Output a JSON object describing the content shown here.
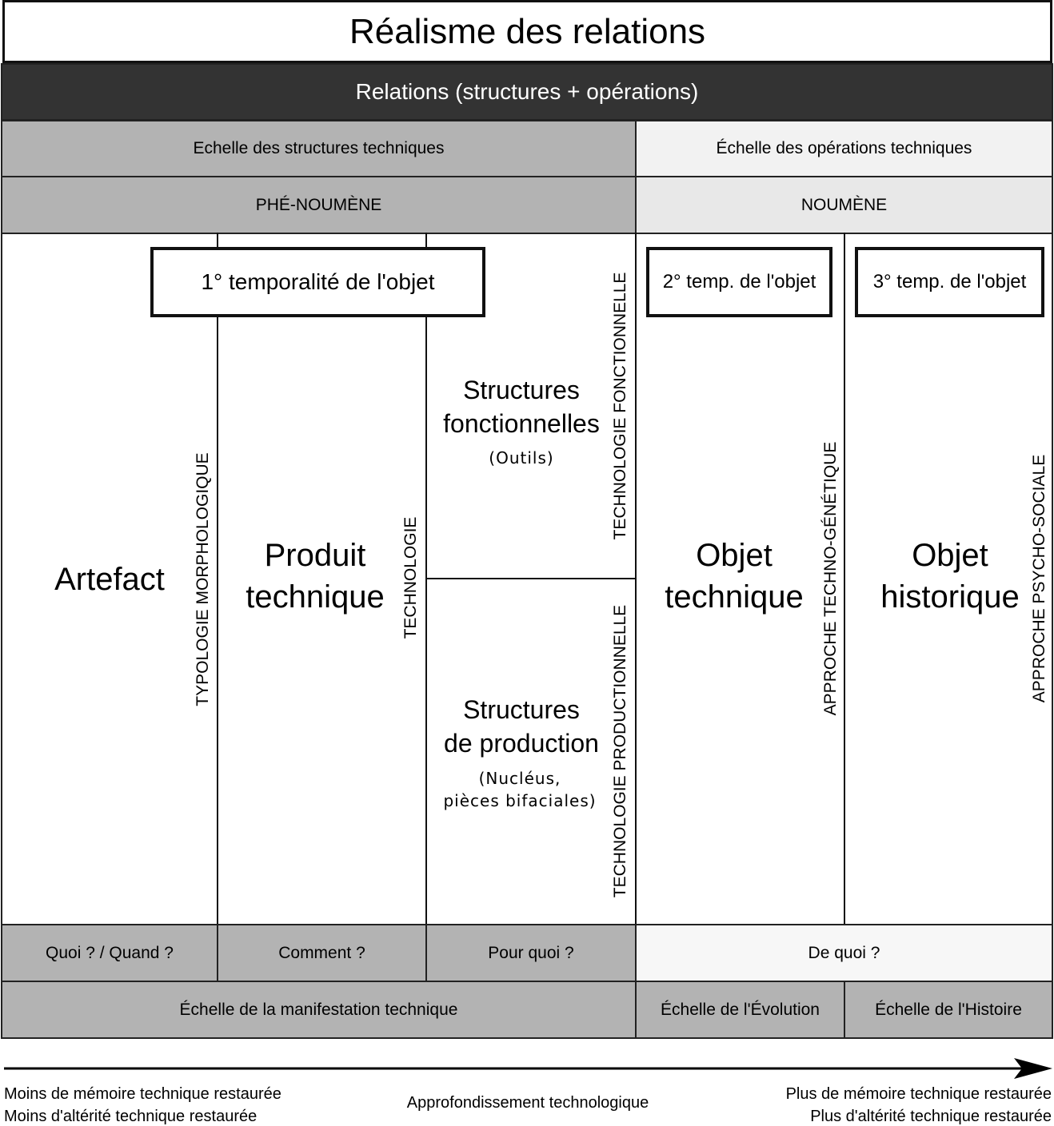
{
  "title": "Réalisme des relations",
  "subtitle": "Relations (structures + opérations)",
  "scales_top": {
    "structures": "Echelle des structures techniques",
    "operations": "Échelle des opérations techniques"
  },
  "phenomena": {
    "left": "PHÉ-NOUMÈNE",
    "right": "NOUMÈNE"
  },
  "temporalities": [
    "1° temporalité de l'objet",
    "2° temp. de l'objet",
    "3° temp. de l'objet"
  ],
  "columns": {
    "artefact": "Artefact",
    "produit": [
      "Produit",
      "technique"
    ],
    "structures_fonct": {
      "title": [
        "Structures",
        "fonctionnelles"
      ],
      "note": "(Outils)"
    },
    "structures_prod": {
      "title": [
        "Structures",
        "de production"
      ],
      "note": [
        "(Nucléus,",
        "pièces bifaciales)"
      ]
    },
    "objet_technique": [
      "Objet",
      "technique"
    ],
    "objet_historique": [
      "Objet",
      "historique"
    ]
  },
  "vertical_labels": {
    "typologie": "TYPOLOGIE MORPHOLOGIQUE",
    "technologie": "TECHNOLOGIE",
    "techno_fonct": "TECHNOLOGIE FONCTIONNELLE",
    "techno_prod": "TECHNOLOGIE PRODUCTIONNELLE",
    "techno_genetique": "APPROCHE TECHNO-GÉNÉTIQUE",
    "psycho_sociale": "APPROCHE PSYCHO-SOCIALE"
  },
  "questions": [
    "Quoi ? / Quand ?",
    "Comment ?",
    "Pour quoi ?",
    "De quoi ?"
  ],
  "scales_bottom": [
    "Échelle de la manifestation technique",
    "Échelle de l'Évolution",
    "Échelle de l'Histoire"
  ],
  "axis": {
    "left": [
      "Moins de mémoire technique restaurée",
      "Moins d'altérité technique restaurée"
    ],
    "center": "Approfondissement technologique",
    "right": [
      "Plus de mémoire technique restaurée",
      "Plus d'altérité technique restaurée"
    ]
  }
}
